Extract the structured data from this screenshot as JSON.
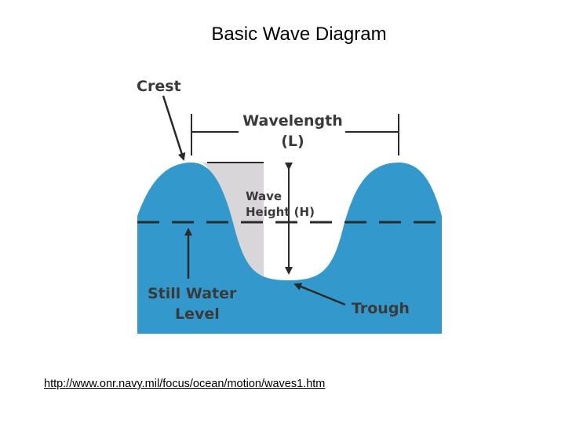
{
  "title": "Basic Wave Diagram",
  "diagram": {
    "labels": {
      "crest": "Crest",
      "wavelength_line1": "Wavelength",
      "wavelength_line2": "(L)",
      "wave_height_line1": "Wave",
      "wave_height_line2": "Height (H)",
      "still_water_line1": "Still Water",
      "still_water_line2": "Level",
      "trough": "Trough"
    },
    "colors": {
      "water": "#3399cc",
      "wave_height_fill": "#d9d6d9",
      "ink": "#2a2a2a"
    }
  },
  "source_link": "http://www.onr.navy.mil/focus/ocean/motion/waves1.htm"
}
